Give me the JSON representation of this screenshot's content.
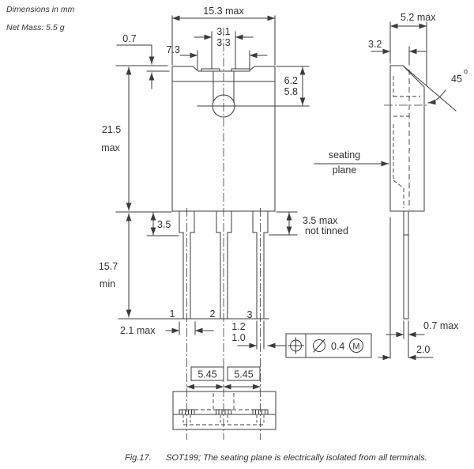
{
  "notes": {
    "dimensions": "Dimensions in mm",
    "mass": "Net Mass: 5.5 g"
  },
  "caption": {
    "fig": "Fig.17.",
    "text": "SOT199; The seating plane is electrically isolated from all terminals."
  },
  "front": {
    "body_width": "15.3 max",
    "notch_inner": "3.1",
    "notch_outer": "3.3",
    "recess_width": "7.3",
    "top_step": "0.7",
    "hole_center_max": "6.2",
    "hole_center_min": "5.8",
    "body_height": "21.5",
    "body_height_qual": "max",
    "lead_length": "15.7",
    "lead_length_qual": "min",
    "shoulder_height": "3.5",
    "untinned_1": "3.5 max",
    "untinned_2": "not tinned",
    "lead_wide_width": "2.1 max",
    "lead_width_max": "1.2",
    "lead_width_min": "1.0",
    "pitch_left": "5.45",
    "pitch_right": "5.45",
    "pins": [
      "1",
      "2",
      "3"
    ]
  },
  "side": {
    "depth": "5.2 max",
    "tab_offset": "3.2",
    "angle": "45",
    "angle_unit": "o",
    "seating_1": "seating",
    "seating_2": "plane",
    "lead_thickness": "0.7 max",
    "lead_offset": "2.0"
  },
  "tolerance": {
    "value": "0.4",
    "modifier": "M"
  }
}
